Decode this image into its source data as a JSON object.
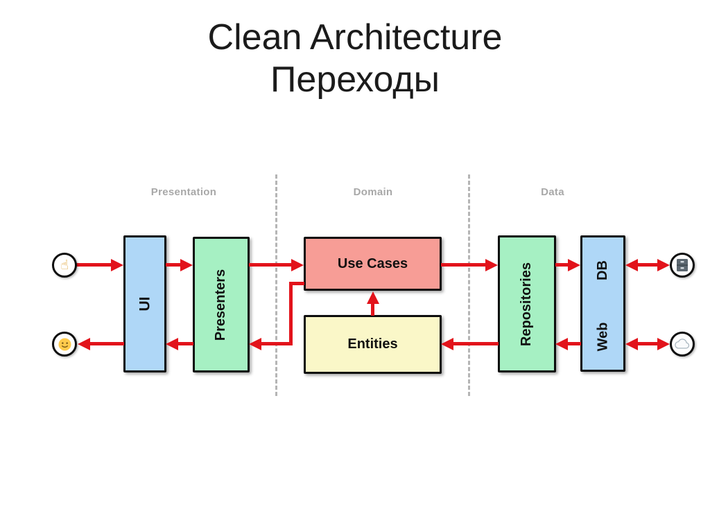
{
  "title": {
    "line1": "Clean Architecture",
    "line2": "Переходы"
  },
  "lanes": [
    {
      "label": "Presentation"
    },
    {
      "label": "Domain"
    },
    {
      "label": "Data"
    }
  ],
  "boxes": {
    "ui": {
      "label": "UI",
      "fill": "#AFD7F7"
    },
    "presenters": {
      "label": "Presenters",
      "fill": "#A6F0C3"
    },
    "use_cases": {
      "label": "Use Cases",
      "fill": "#F79D96"
    },
    "entities": {
      "label": "Entities",
      "fill": "#FAF7C8"
    },
    "repositories": {
      "label": "Repositories",
      "fill": "#A6F0C3"
    },
    "db": {
      "label": "DB",
      "fill": "#AFD7F7"
    },
    "web": {
      "label": "Web"
    }
  },
  "icons": {
    "user_input": "pointing-hand-icon",
    "user_output": "smiley-icon",
    "storage": "file-cabinet-icon",
    "cloud": "cloud-icon",
    "hand_glyph": "☝"
  },
  "colors": {
    "arrow": "#E2131B",
    "divider": "#B5B5B5",
    "lane_label": "#A8A8A8"
  }
}
